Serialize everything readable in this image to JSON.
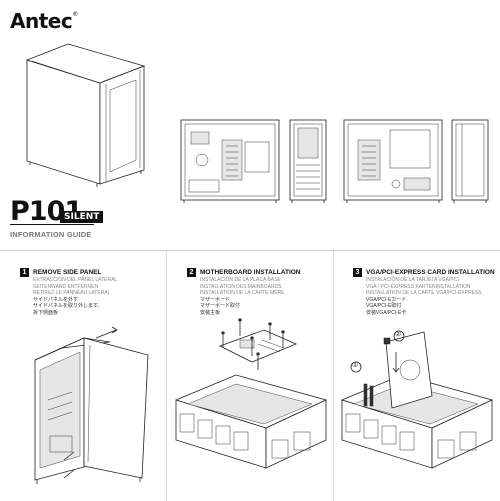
{
  "brand": {
    "logo_text": "Antec",
    "trademark": "®"
  },
  "cover": {
    "model": "P101",
    "edition": "SILENT",
    "subtitle": "INFORMATION GUIDE"
  },
  "steps": [
    {
      "number": "1",
      "title": "REMOVE SIDE PANEL",
      "lines": [
        "EXTRACCIÓN DEL PANEL LATERAL",
        "SEITENWAND ENTFERNEN",
        "RETIREZ LE PANNEAU LATÉRAL",
        "サイドパネルを外す",
        "サイドパネルを取り外します。",
        "拆下侧面板"
      ]
    },
    {
      "number": "2",
      "title": "MOTHERBOARD INSTALLATION",
      "lines": [
        "INSTALACIÓN DE LA PLACA BASE",
        "INSTALLATION DES MAINBOARDS",
        "INSTALLATION DE LA CARTE MÈRE",
        "マザーボード",
        "マザーボード取付",
        "安装主板"
      ]
    },
    {
      "number": "3",
      "title": "VGA/PCI-EXPRESS CARD INSTALLATION",
      "lines": [
        "INSTALACIÓN DE LA TARJETA VGA/PCI",
        "VGA / PCI-EXPRESS KARTENINSTALLATION",
        "INSTALLATION DE LA CARTE VGA/PCI-EXPRESS",
        "VGA/PCI-Eカード",
        "VGA/PCI-E取付",
        "安装VGA/PCI-E卡"
      ]
    }
  ],
  "callouts": {
    "first": "①",
    "second": "②"
  }
}
